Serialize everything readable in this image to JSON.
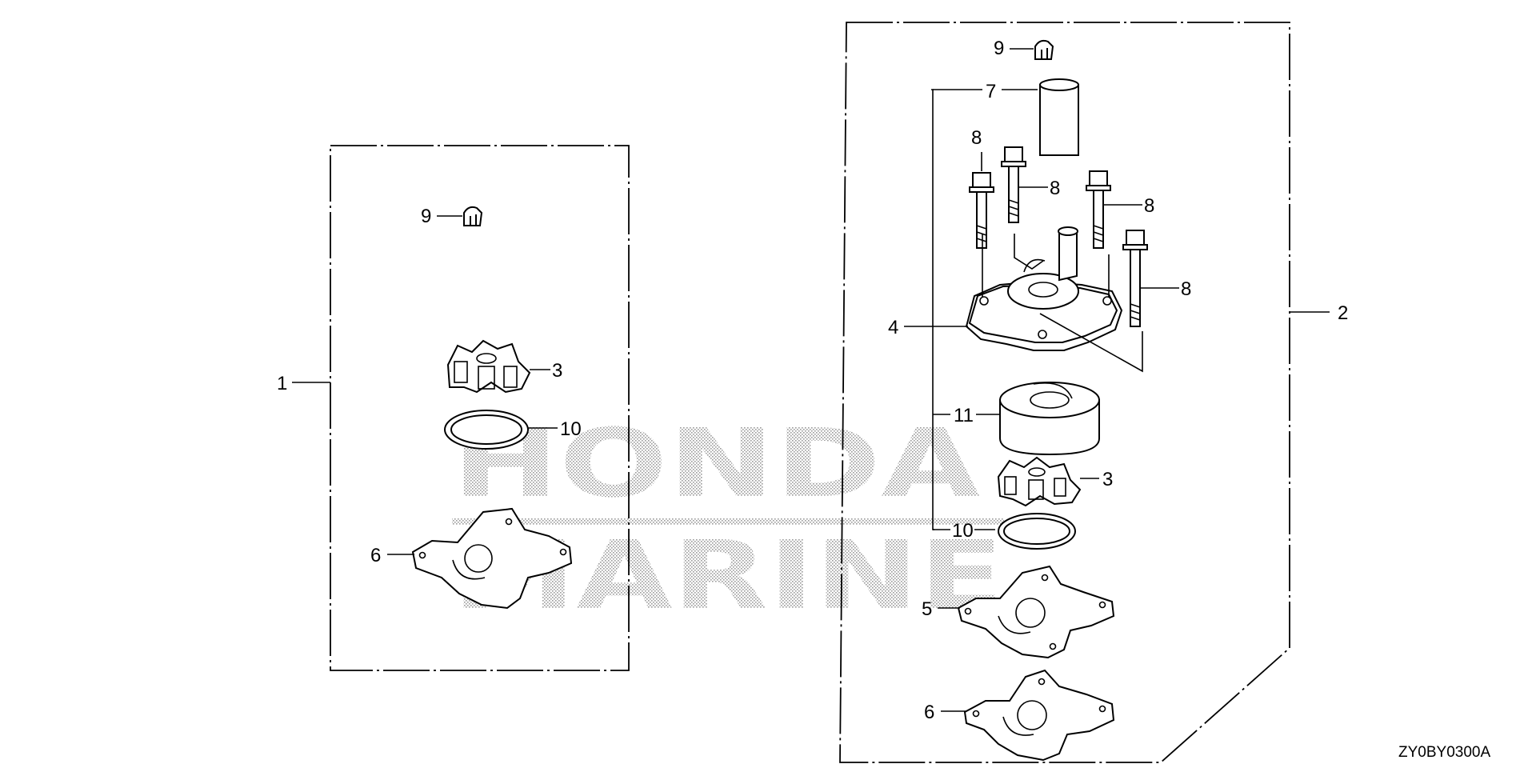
{
  "diagram_code": "ZY0BY0300A",
  "watermark": {
    "line1": "HONDA",
    "line2": "MARINE"
  },
  "callouts": {
    "left": {
      "kit": "1",
      "grommet": "9",
      "impeller": "3",
      "o_ring": "10",
      "gasket": "6"
    },
    "right": {
      "kit": "2",
      "grommet": "9",
      "sleeve": "7",
      "bolt_a": "8",
      "bolt_b": "8",
      "bolt_c": "8",
      "bolt_d": "8",
      "housing": "4",
      "liner": "11",
      "impeller": "3",
      "o_ring": "10",
      "plate": "5",
      "gasket": "6"
    }
  }
}
